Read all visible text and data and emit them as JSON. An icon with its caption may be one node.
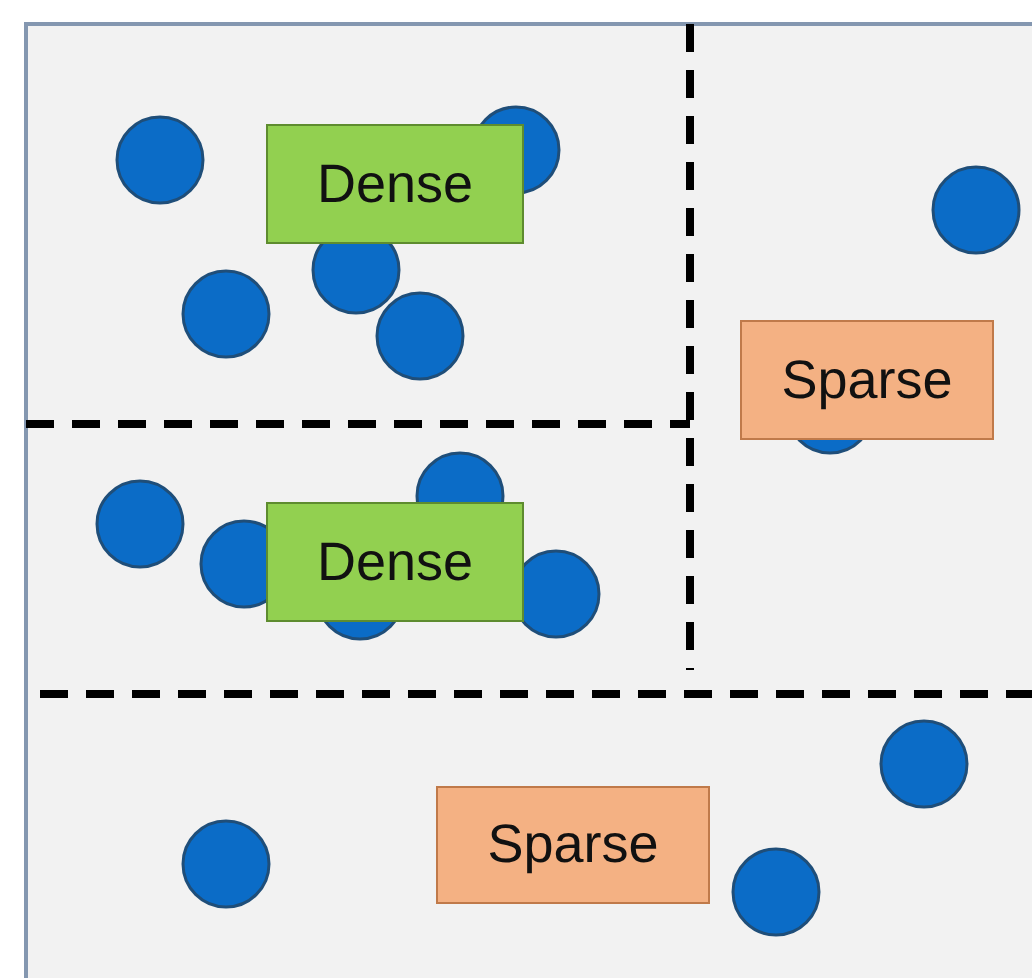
{
  "diagram": {
    "nodes": [
      {
        "text": [
          "Dense"
        ]
      },
      {
        "text": [
          "Sparse"
        ]
      },
      {
        "text": [
          "Dense"
        ]
      },
      {
        "text": [
          "Sparse"
        ]
      }
    ]
  }
}
